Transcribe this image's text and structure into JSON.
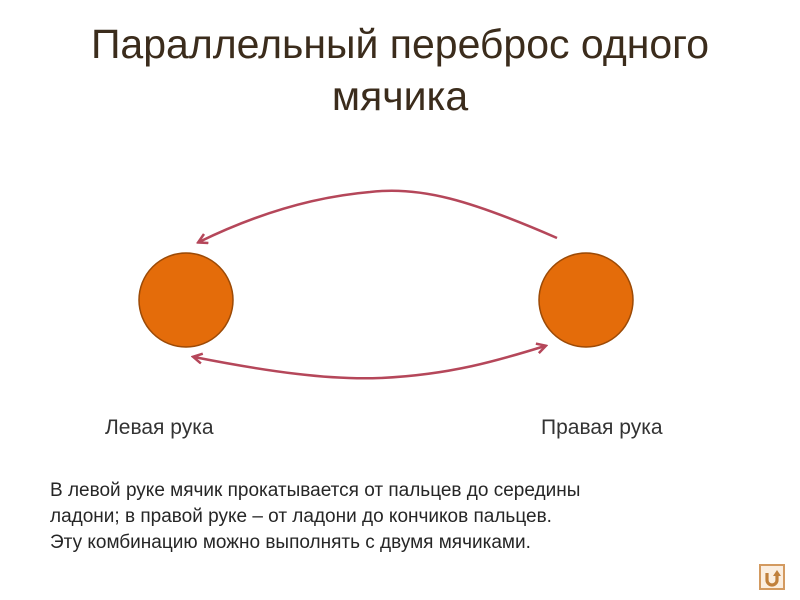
{
  "title": {
    "line1": "Параллельный переброс одного",
    "line2": "мячика"
  },
  "labels": {
    "left": "Левая рука",
    "right": "Правая рука"
  },
  "description": [
    "В левой руке мячик прокатывается от пальцев до середины",
    "ладони; в правой руке – от ладони до кончиков пальцев.",
    "Эту комбинацию можно выполнять с двумя мячиками."
  ],
  "colors": {
    "ball": "#e46c0a",
    "ball_stroke": "#9c4a06",
    "arrow": "#b5475a",
    "title": "#3b2c1c"
  },
  "nav_icon": "return-arrow-icon"
}
